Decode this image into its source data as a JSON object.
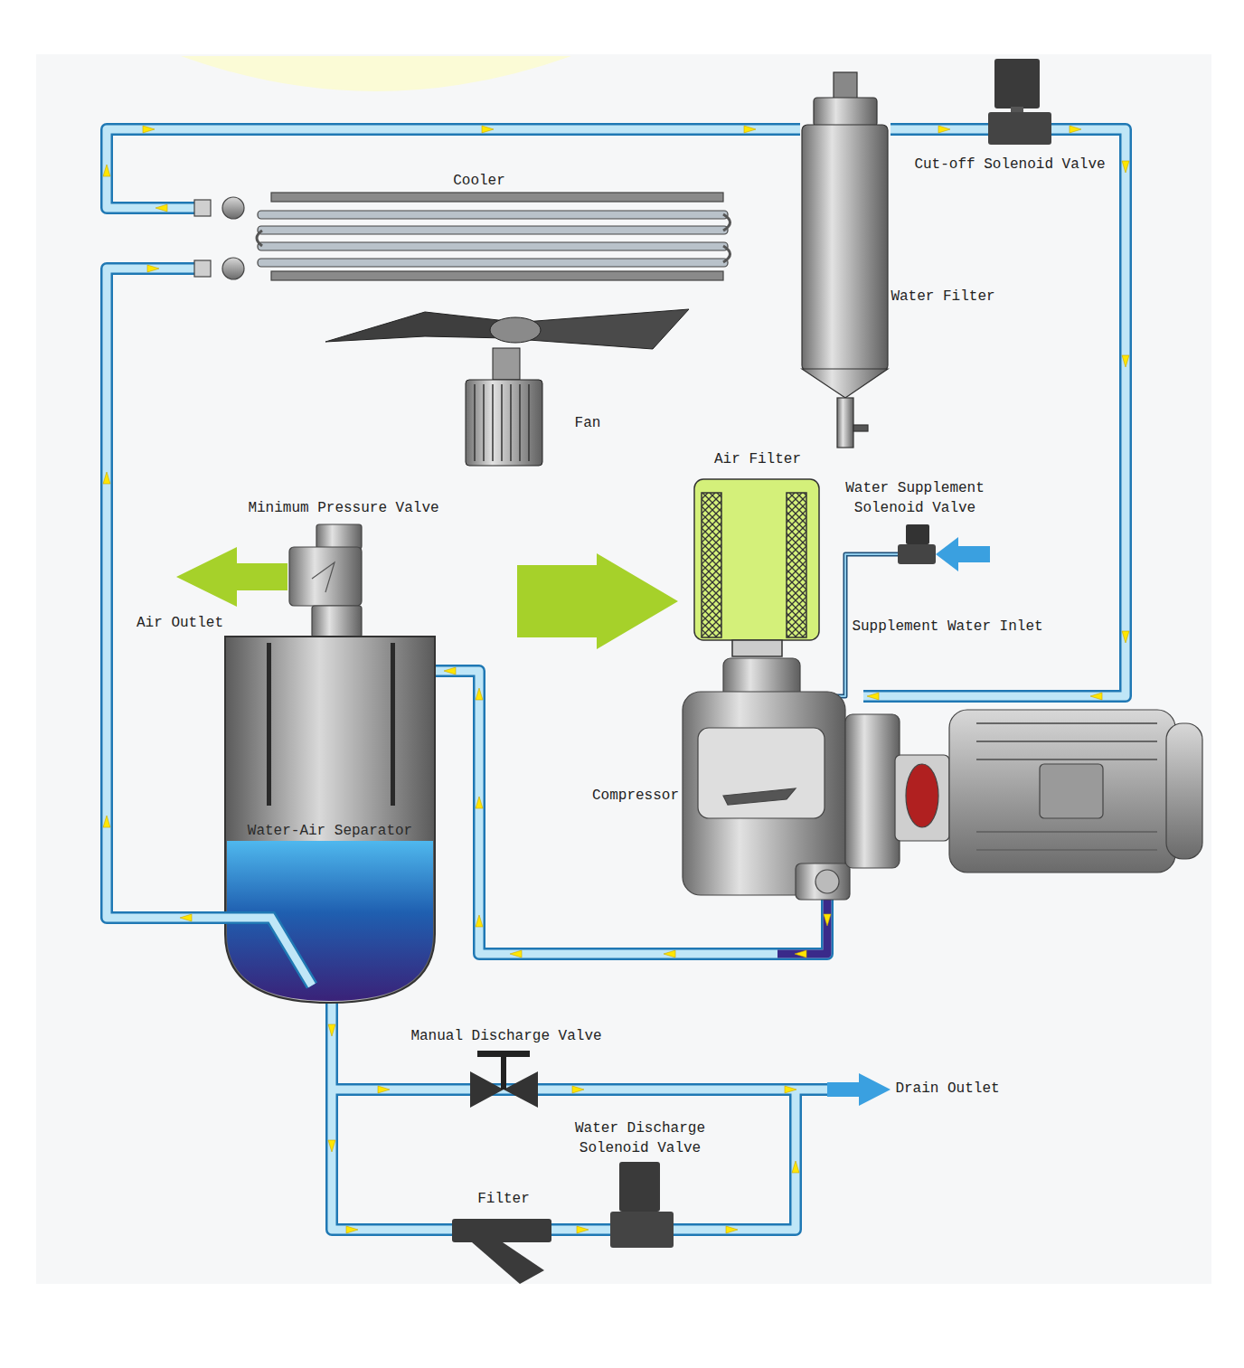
{
  "diagram": {
    "nodes": [
      {
        "text": [
          "Water-Air Separator"
        ]
      }
    ],
    "labels": [
      "Cooler",
      "Cut-off Solenoid Valve",
      "Water Filter",
      "Fan",
      "Air Filter",
      "Water Supplement Solenoid Valve",
      "Minimum Pressure Valve",
      "Air Outlet",
      "Supplement Water Inlet",
      "Compressor",
      "Manual Discharge Valve",
      "Drain Outlet",
      "Water Discharge Solenoid Valve",
      "Filter"
    ]
  }
}
